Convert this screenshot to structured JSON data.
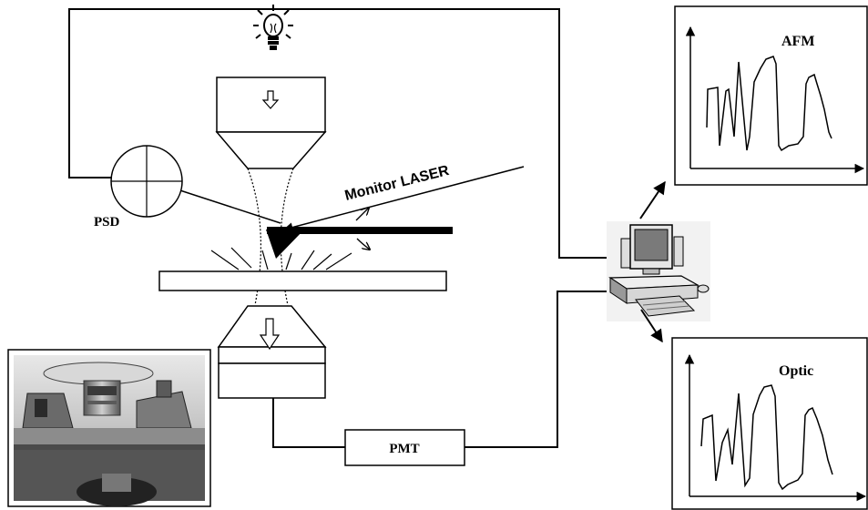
{
  "labels": {
    "psd": "PSD",
    "laser": "Monitor LASER",
    "pmt": "PMT",
    "afm": "AFM",
    "optic": "Optic"
  },
  "icons": {
    "light_source": "light-bulb-icon",
    "computer": "desktop-computer-icon",
    "photo": "microscope-objective-photo"
  },
  "colors": {
    "line": "#000000",
    "background": "#ffffff",
    "photo_gray": "#9a9a9a"
  }
}
